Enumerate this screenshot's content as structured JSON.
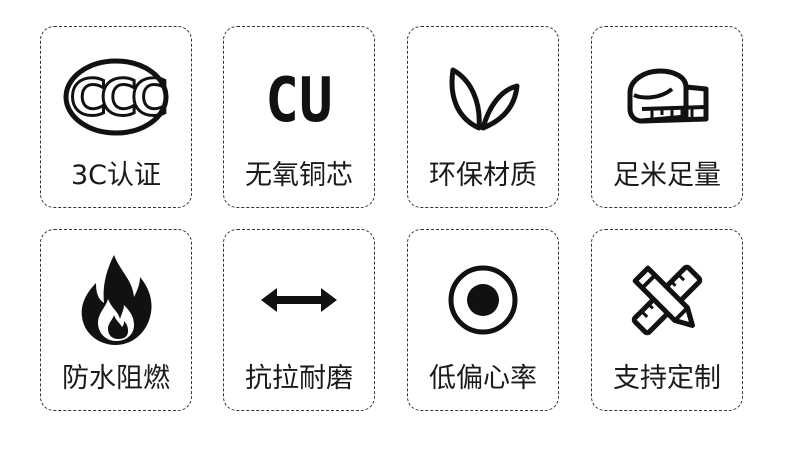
{
  "features": [
    {
      "id": "3c",
      "label": "3C认证",
      "icon": "ccc-mark-icon",
      "icon_text": "CCC"
    },
    {
      "id": "cu",
      "label": "无氧铜芯",
      "icon": "copper-cu-icon",
      "icon_text": "CU"
    },
    {
      "id": "eco",
      "label": "环保材质",
      "icon": "leaf-icon"
    },
    {
      "id": "length",
      "label": "足米足量",
      "icon": "measuring-tape-icon"
    },
    {
      "id": "fire",
      "label": "防水阻燃",
      "icon": "flame-icon"
    },
    {
      "id": "wear",
      "label": "抗拉耐磨",
      "icon": "double-arrow-icon"
    },
    {
      "id": "core",
      "label": "低偏心率",
      "icon": "concentric-circle-icon"
    },
    {
      "id": "custom",
      "label": "支持定制",
      "icon": "pencil-ruler-icon"
    }
  ],
  "colors": {
    "icon": "#111111",
    "text": "#1a1a1a",
    "border": "#333333",
    "background": "#ffffff"
  }
}
